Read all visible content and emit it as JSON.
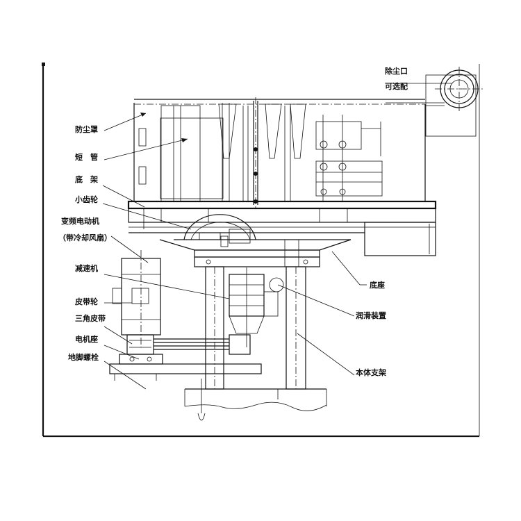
{
  "labels": {
    "dust_port": "除尘口",
    "optional": "可选配",
    "dust_cover": "防尘罩",
    "short_pipe": "短　管",
    "base_frame": "底　架",
    "small_gear": "小齿轮",
    "vf_motor": "变频电动机",
    "with_fan": "（带冷却风扇）",
    "reducer": "减速机",
    "pulley": "皮带轮",
    "v_belt": "三角皮带",
    "motor_seat": "电机座",
    "anchor_bolt": "地脚螺栓",
    "base_seat": "底座",
    "lubrication": "润滑装置",
    "body_support": "本体支架"
  },
  "colors": {
    "line": "#111111",
    "background": "#ffffff"
  }
}
